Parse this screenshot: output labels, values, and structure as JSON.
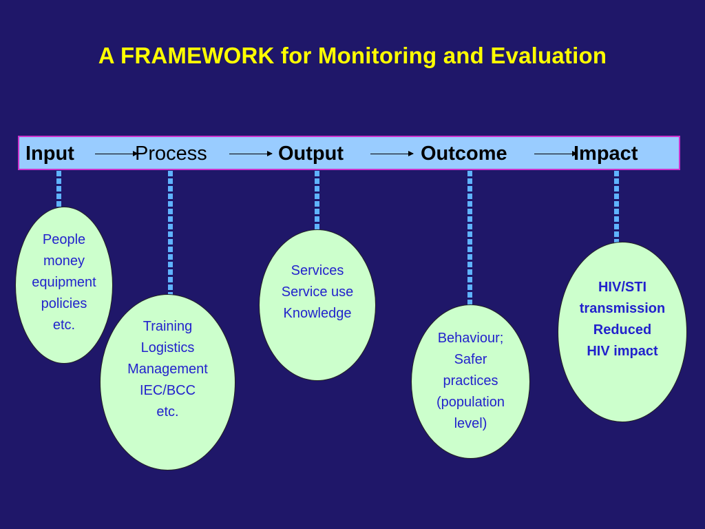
{
  "title": "A FRAMEWORK for Monitoring and Evaluation",
  "stages": [
    {
      "label": "Input"
    },
    {
      "label": "Process"
    },
    {
      "label": "Output"
    },
    {
      "label": "Outcome"
    },
    {
      "label": "Impact"
    }
  ],
  "ovals": [
    {
      "lines": [
        "People",
        "money",
        "equipment",
        "policies",
        "etc."
      ]
    },
    {
      "lines": [
        "Training",
        "Logistics",
        "Management",
        "IEC/BCC",
        "etc."
      ]
    },
    {
      "lines": [
        "Services",
        "Service use",
        "Knowledge"
      ]
    },
    {
      "lines": [
        "Behaviour;",
        "Safer",
        "practices",
        "(population",
        "level)"
      ]
    },
    {
      "lines": [
        "HIV/STI",
        "transmission",
        "Reduced",
        "HIV impact"
      ]
    }
  ],
  "colors": {
    "background": "#1f1769",
    "title": "#ffff00",
    "bar_fill": "#99ccff",
    "bar_border": "#cc33cc",
    "connector": "#5fb3ff",
    "oval_fill": "#ccffcc",
    "oval_text": "#2222cc"
  }
}
